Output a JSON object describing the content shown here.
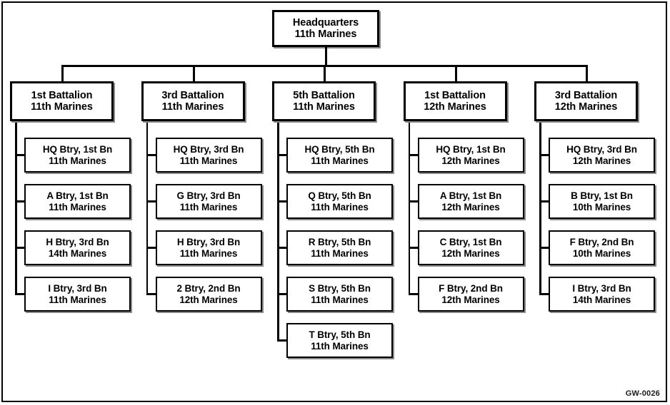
{
  "figure": {
    "id_label": "GW-0026",
    "type": "organization-chart",
    "root": {
      "line1": "Headquarters",
      "line2": "11th Marines"
    },
    "columns": [
      {
        "battalion": {
          "line1": "1st Battalion",
          "line2": "11th Marines"
        },
        "units": [
          {
            "line1": "HQ Btry, 1st Bn",
            "line2": "11th Marines"
          },
          {
            "line1": "A Btry, 1st Bn",
            "line2": "11th Marines"
          },
          {
            "line1": "H Btry, 3rd Bn",
            "line2": "14th Marines"
          },
          {
            "line1": "I Btry, 3rd Bn",
            "line2": "11th Marines"
          }
        ]
      },
      {
        "battalion": {
          "line1": "3rd Battalion",
          "line2": "11th Marines"
        },
        "units": [
          {
            "line1": "HQ Btry, 3rd Bn",
            "line2": "11th Marines"
          },
          {
            "line1": "G Btry, 3rd Bn",
            "line2": "11th Marines"
          },
          {
            "line1": "H Btry, 3rd Bn",
            "line2": "11th Marines"
          },
          {
            "line1": "2 Btry, 2nd Bn",
            "line2": "12th Marines"
          }
        ]
      },
      {
        "battalion": {
          "line1": "5th Battalion",
          "line2": "11th Marines"
        },
        "units": [
          {
            "line1": "HQ Btry, 5th Bn",
            "line2": "11th Marines"
          },
          {
            "line1": "Q Btry, 5th Bn",
            "line2": "11th Marines"
          },
          {
            "line1": "R Btry, 5th Bn",
            "line2": "11th Marines"
          },
          {
            "line1": "S Btry, 5th Bn",
            "line2": "11th Marines"
          },
          {
            "line1": "T Btry, 5th Bn",
            "line2": "11th Marines"
          }
        ]
      },
      {
        "battalion": {
          "line1": "1st Battalion",
          "line2": "12th Marines"
        },
        "units": [
          {
            "line1": "HQ Btry, 1st Bn",
            "line2": "12th Marines"
          },
          {
            "line1": "A Btry, 1st Bn",
            "line2": "12th Marines"
          },
          {
            "line1": "C Btry, 1st Bn",
            "line2": "12th Marines"
          },
          {
            "line1": "F Btry, 2nd Bn",
            "line2": "12th Marines"
          }
        ]
      },
      {
        "battalion": {
          "line1": "3rd Battalion",
          "line2": "12th Marines"
        },
        "units": [
          {
            "line1": "HQ Btry, 3rd Bn",
            "line2": "12th Marines"
          },
          {
            "line1": "B Btry, 1st Bn",
            "line2": "10th Marines"
          },
          {
            "line1": "F Btry, 2nd Bn",
            "line2": "10th Marines"
          },
          {
            "line1": "I Btry, 3rd Bn",
            "line2": "14th Marines"
          }
        ]
      }
    ]
  },
  "chart_data": {
    "type": "diagram",
    "title": "Headquarters 11th Marines organization",
    "nodes": 27,
    "levels": 3,
    "level_labels": [
      "headquarters",
      "battalion",
      "battery"
    ]
  }
}
